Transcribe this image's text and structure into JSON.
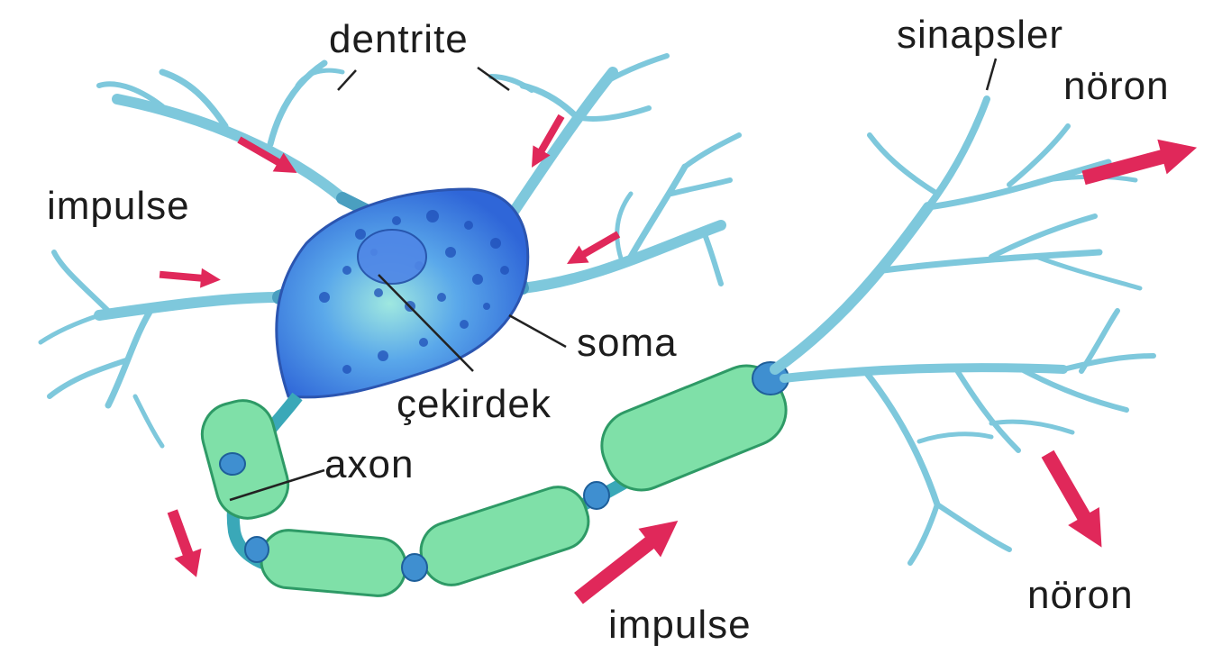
{
  "labels": {
    "dentrite": "dentrite",
    "sinapsler": "sinapsler",
    "noron_top": "nöron",
    "impulse_left": "impulse",
    "soma": "soma",
    "cekirdek": "çekirdek",
    "axon": "axon",
    "noron_bottom": "nöron",
    "impulse_bottom": "impulse"
  },
  "colors": {
    "soma": "#3a7fe0",
    "dendrite": "#7ec8dc",
    "myelin": "#7fe0a8",
    "arrow": "#e0285a"
  }
}
